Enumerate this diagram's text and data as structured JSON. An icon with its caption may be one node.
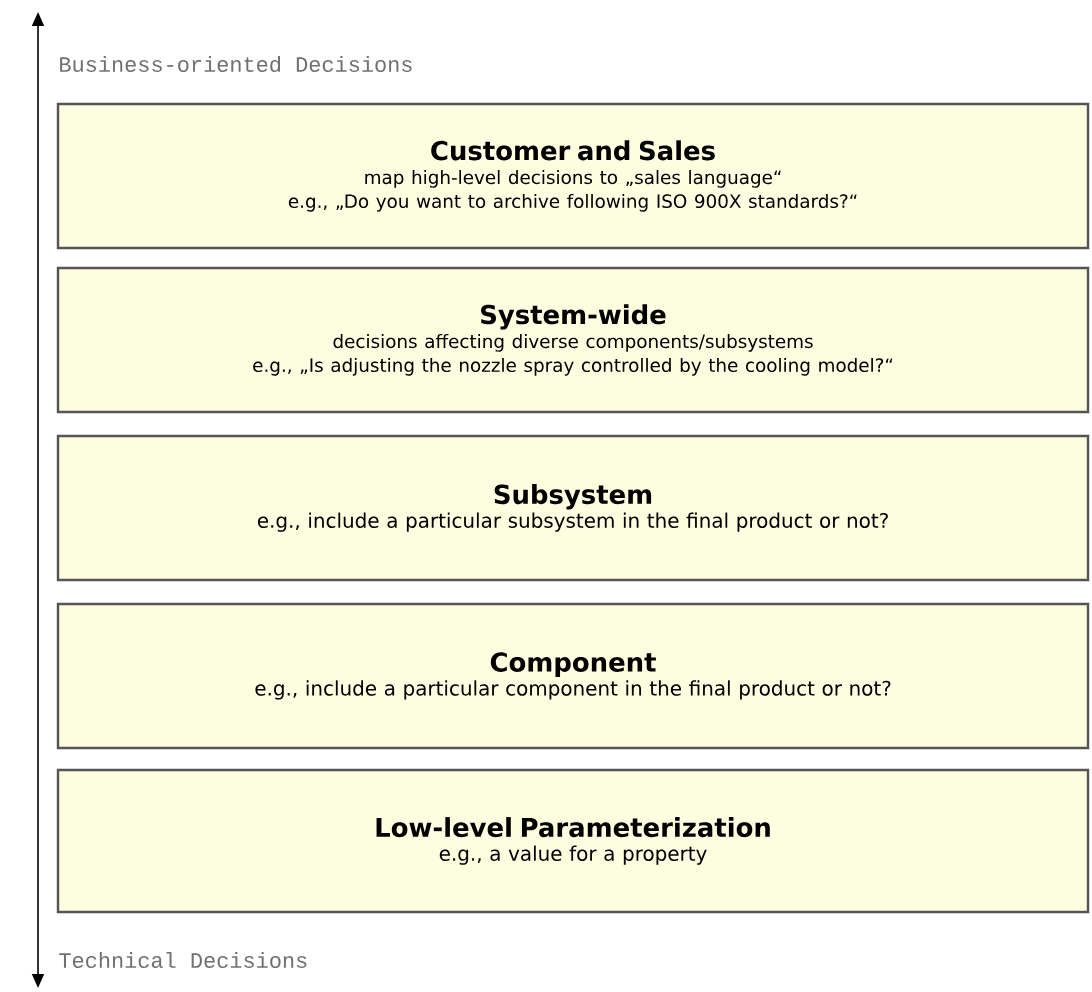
{
  "diagram": {
    "nodes": [
      {
        "text": [
          "Customer and Sales",
          "map high-level decisions to „sales language“",
          "e.g., „Do you want to archive following ISO 900X standards?“"
        ]
      },
      {
        "text": [
          "System-wide",
          "decisions affecting diverse components/subsystems",
          "e.g., „Is adjusting the nozzle spray controlled by the cooling model?“"
        ]
      },
      {
        "text": [
          "Subsystem",
          "e.g., include a particular subsystem in the final product or not?"
        ]
      },
      {
        "text": [
          "Component",
          "e.g., include a particular component in the final product or not?"
        ]
      },
      {
        "text": [
          "Low-level Parameterization",
          "e.g., a value for a property"
        ]
      }
    ],
    "labels": [
      "Business-oriented Decisions",
      "Technical Decisions"
    ]
  }
}
